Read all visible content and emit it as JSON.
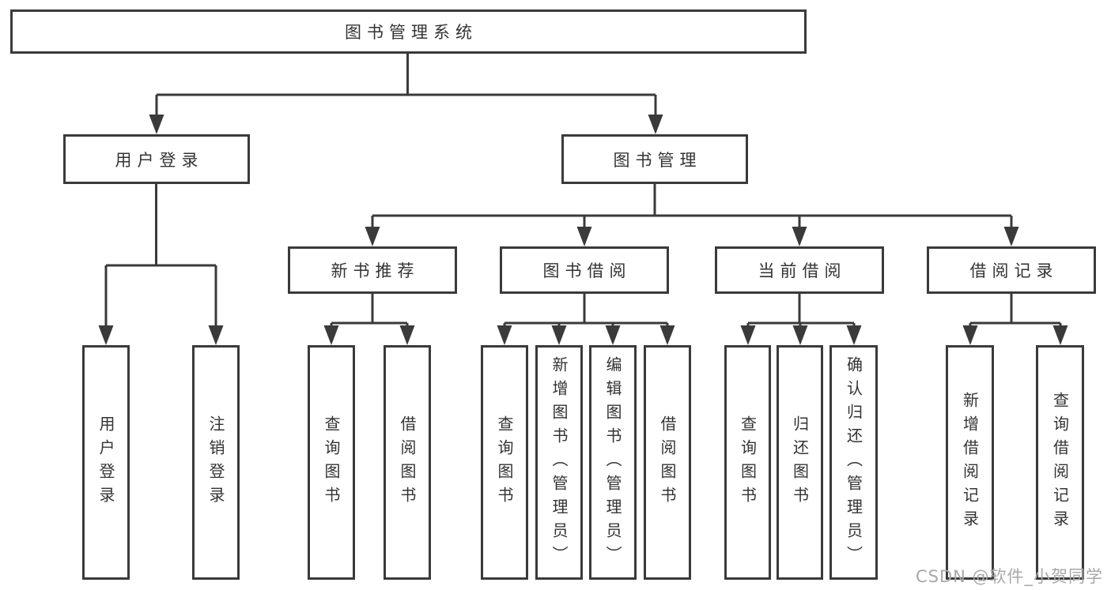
{
  "diagram": {
    "root": "图书管理系统",
    "user_login": {
      "label": "用户登录",
      "children": {
        "login": "用户登录",
        "logout": "注销登录"
      }
    },
    "book_management": {
      "label": "图书管理",
      "new_book_recommend": {
        "label": "新书推荐",
        "query_book": "查询图书",
        "borrow_book": "借阅图书"
      },
      "book_borrowing": {
        "label": "图书借阅",
        "query_book": "查询图书",
        "add_book": "新增图书（管理员）",
        "edit_book": "编辑图书（管理员）",
        "borrow_book": "借阅图书"
      },
      "current_borrowing": {
        "label": "当前借阅",
        "query_book": "查询图书",
        "return_book": "归还图书",
        "confirm_return": "确认归还（管理员）"
      },
      "borrowing_records": {
        "label": "借阅记录",
        "add_record": "新增借阅记录",
        "query_record": "查询借阅记录"
      }
    }
  },
  "colors": {
    "line": "#3a3a3a",
    "text": "#333333",
    "watermark": "#a8a8a8",
    "background": "#ffffff"
  },
  "watermark": "CSDN @软件_小贺同学"
}
